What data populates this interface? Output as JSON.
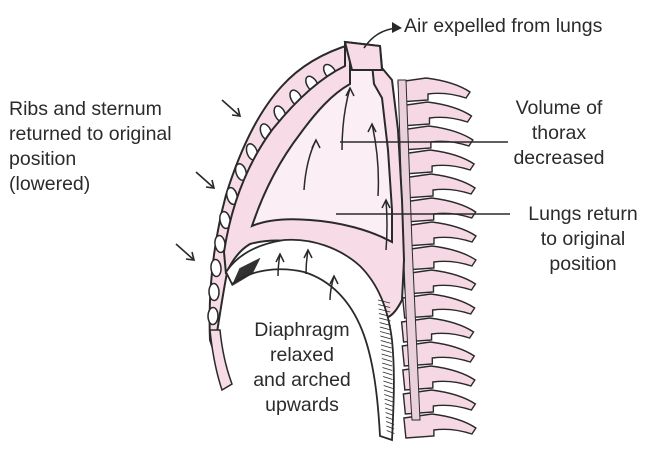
{
  "diagram": {
    "colors": {
      "tissue_fill": "#f7dce8",
      "tissue_light": "#fbeef4",
      "outline": "#2a2a2a",
      "bone_fill": "#f6d8e4",
      "text": "#2b2b2b"
    },
    "labels": {
      "air_expelled": [
        "Air expelled from lungs"
      ],
      "ribs_sternum": [
        "Ribs and sternum",
        "returned to original",
        "position",
        "(lowered)"
      ],
      "volume_thorax": [
        "Volume of",
        "thorax",
        "decreased"
      ],
      "lungs_return": [
        "Lungs return",
        "to original",
        "position"
      ],
      "diaphragm": [
        "Diaphragm",
        "relaxed",
        "and arched",
        "upwards"
      ]
    }
  }
}
